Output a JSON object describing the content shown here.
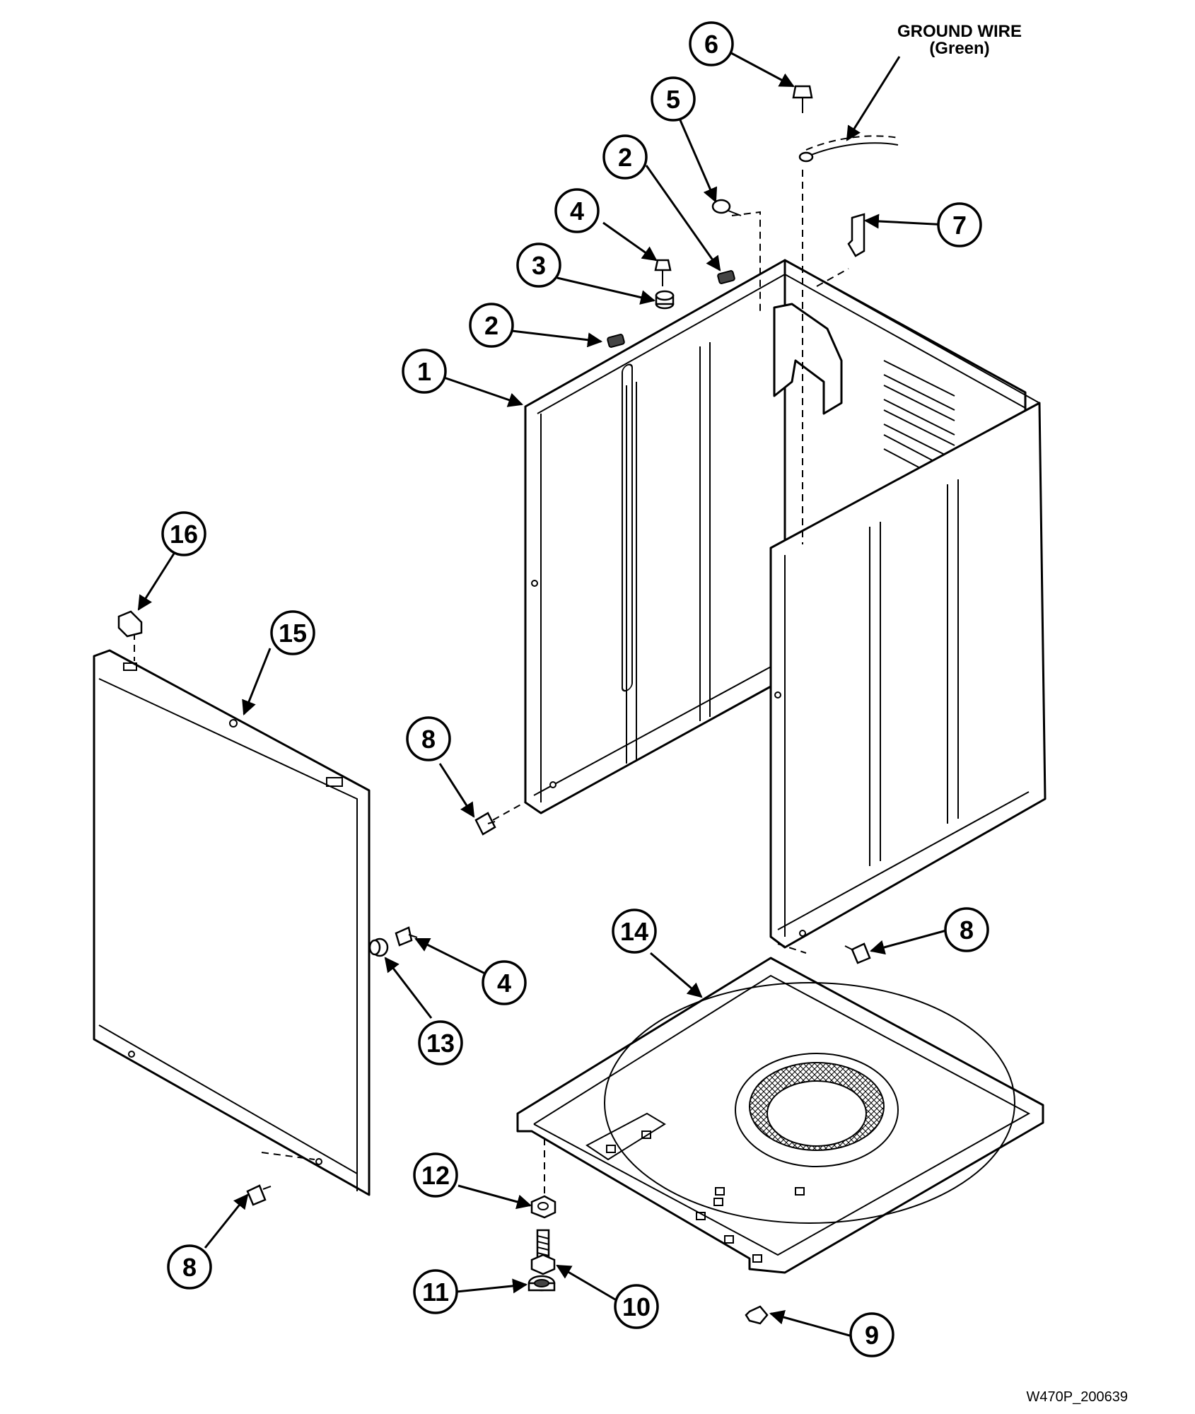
{
  "ground_wire": {
    "line1": "GROUND WIRE",
    "line2": "(Green)"
  },
  "drawing_code": "W470P_200639",
  "callouts": [
    "1",
    "2",
    "3",
    "4",
    "5",
    "6",
    "7",
    "8",
    "9",
    "10",
    "11",
    "12",
    "13",
    "14",
    "15",
    "16"
  ],
  "colors": {
    "line": "#000000",
    "background": "#ffffff"
  }
}
